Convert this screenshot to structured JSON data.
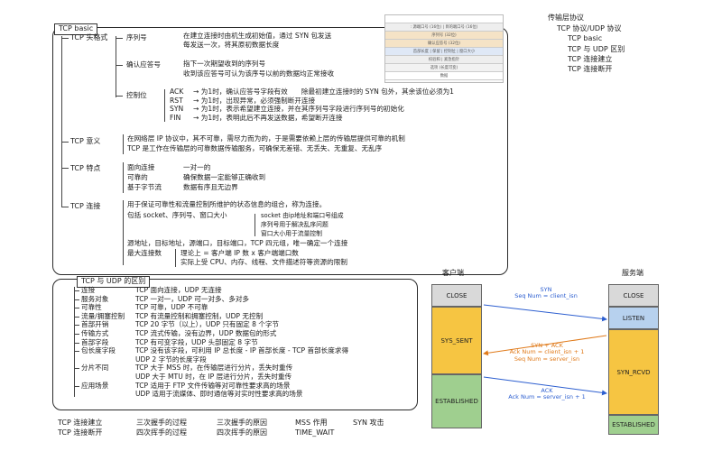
{
  "tcp_basic": {
    "title": "TCP basic",
    "header_section": {
      "label": "TCP 头格式",
      "seq": {
        "label": "序列号",
        "line1": "在建立连接时由机生成初始值，通过 SYN 包发送",
        "line2": "每发送一次，将其原初数据长度"
      },
      "ack": {
        "label": "确认应答号",
        "line1": "指下一次期望收到的序列号",
        "line2": "收到该应答号可认为该序号以前的数据均正常接收"
      },
      "flags": {
        "label": "控制位",
        "rows": [
          {
            "k": "ACK",
            "v": "→ 为1时，确认应答号字段有效　　除最初建立连接时的 SYN 包外，其余该位必须为1"
          },
          {
            "k": "RST",
            "v": "→ 为1时，出现异常，必须强制断开连接"
          },
          {
            "k": "SYN",
            "v": "→ 为1时，表示希望建立连接，并在其序列号字段进行序列号的初始化"
          },
          {
            "k": "FIN",
            "v": "→ 为1时，表明此后不再发送数据，希望断开连接"
          }
        ]
      }
    },
    "meaning": {
      "label": "TCP 意义",
      "line1": "在网络层 IP 协议中，其不可靠，需尽力而为的，于是需要依赖上层的传输层提供可靠的机制",
      "line2": "TCP 是工作在传输层的可靠数据传输服务，可确保无差错、无丢失、无重复、无乱序"
    },
    "features": {
      "label": "TCP 特点",
      "rows": [
        {
          "k": "面向连接",
          "v": "一对一的"
        },
        {
          "k": "可靠的",
          "v": "确保数据一定能够正确收到"
        },
        {
          "k": "基于字节流",
          "v": "数据有序且无边界"
        }
      ]
    },
    "connection": {
      "label": "TCP 连接",
      "line1": "用于保证可靠性和流量控制所维护的状态信息的组合，称为连接。",
      "line2": "包括 socket、序列号、窗口大小",
      "sub1": "socket 由ip地址和端口号组成",
      "sub2": "序列号用于解决乱序问题",
      "sub3": "窗口大小用于流量控制",
      "line3": "源地址，目标地址，源端口，目标端口，TCP 四元组，唯一确定一个连接",
      "max_label": "最大连接数",
      "max_v1": "理论上 = 客户端 IP 数 x 客户端端口数",
      "max_v2": "实际上受 CPU、内存、线程、文件描述符等资源的限制"
    }
  },
  "header_thumb": {
    "rows": [
      "",
      ":  源端口号 (16位)  |  目的端口号 (16位)",
      "序列号 (32位)",
      "确认应答号 (32位)",
      "首部长度 | 保留 | 控制位 | 窗口大小",
      "校验和 | 紧急指针",
      "选项 (长度可变)",
      "数据"
    ]
  },
  "outline": {
    "title": "传输层协议",
    "items": [
      {
        "text": "TCP 协议/UDP 协议",
        "level": 1
      },
      {
        "text": "TCP basic",
        "level": 2
      },
      {
        "text": "TCP 与 UDP 区别",
        "level": 2
      },
      {
        "text": "TCP 连接建立",
        "level": 2
      },
      {
        "text": "TCP 连接断开",
        "level": 2
      }
    ]
  },
  "diff": {
    "title": "TCP 与 UDP 的区别",
    "rows": [
      {
        "k": "连接",
        "v": "TCP 面向连接，UDP 无连接"
      },
      {
        "k": "服务对象",
        "v": "TCP 一对一，UDP 可一对多、多对多"
      },
      {
        "k": "可靠性",
        "v": "TCP 可靠，UDP 不可靠"
      },
      {
        "k": "流量/拥塞控制",
        "v": "TCP 有流量控制和拥塞控制，UDP 无控制"
      },
      {
        "k": "首部开销",
        "v": "TCP 20 字节（以上），UDP 只有固定 8 个字节"
      },
      {
        "k": "传输方式",
        "v": "TCP 流式传输，没有边界，UDP 数据包的形式"
      },
      {
        "k": "首部字段",
        "v": "TCP 有可变字段，UDP 头部固定 8 字节"
      },
      {
        "k": "包长度字段",
        "v": "TCP 没有该字段，可利用 IP 总长度 - IP 首部长度 - TCP 首部长度求得"
      },
      {
        "k": "",
        "v": "UDP 2 字节的长度字段"
      },
      {
        "k": "分片不同",
        "v": "TCP 大于 MSS 时，在传输层进行分片，丢失时重传"
      },
      {
        "k": "",
        "v": "UDP 大于 MTU 时，在 IP 层进行分片，丢失时重传"
      },
      {
        "k": "应用场景",
        "v": "TCP 适用于 FTP 文件传输等对可靠性要求高的场景"
      },
      {
        "k": "",
        "v": "UDP 适用于流媒体、即时通信等对实时性要求高的场景"
      }
    ]
  },
  "bottom": {
    "row1": [
      "TCP 连接建立",
      "三次握手的过程",
      "三次握手的原因",
      "MSS 作用",
      "SYN 攻击"
    ],
    "row2": [
      "TCP 连接断开",
      "四次挥手的过程",
      "四次挥手的原因",
      "TIME_WAIT"
    ]
  },
  "handshake": {
    "client_label": "客户端",
    "server_label": "服务端",
    "client_states": [
      "CLOSE",
      "SYS_SENT",
      "ESTABLISHED"
    ],
    "server_states": [
      "CLOSE",
      "LISTEN",
      "SYN_RCVD",
      "ESTABLISHED"
    ],
    "msg1": {
      "l1": "SYN",
      "l2": "Seq Num = client_isn"
    },
    "msg2": {
      "l1": "SYN + ACK",
      "l2": "Ack Num = client_isn + 1",
      "l3": "Seq Num = server_isn"
    },
    "msg3": {
      "l1": "ACK",
      "l2": "Ack Num = server_isn + 1"
    },
    "colors": {
      "close": "#d9d9d9",
      "listen": "#b7d1ee",
      "sent": "#f6c542",
      "est": "#9fcf8f",
      "msg": "#2d5fd0",
      "msg2": "#e07a1a"
    }
  }
}
